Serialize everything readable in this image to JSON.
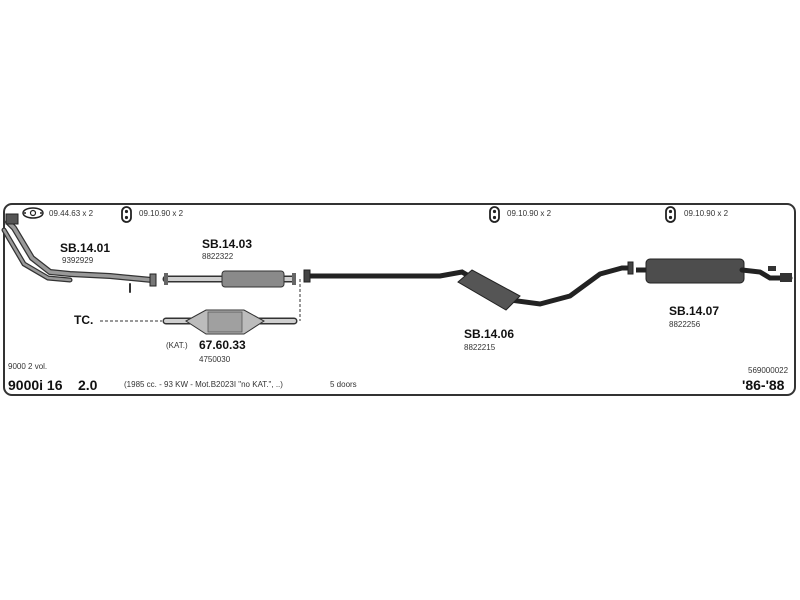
{
  "hardware": [
    {
      "icon": "exhaust-gasket-icon",
      "label": "09.44.63 x 2"
    },
    {
      "icon": "rubber-hanger-icon",
      "label": "09.10.90 x 2"
    },
    {
      "icon": "rubber-hanger-icon",
      "label": "09.10.90 x 2"
    },
    {
      "icon": "rubber-hanger-icon",
      "label": "09.10.90 x 2"
    }
  ],
  "parts": {
    "front_pipe": {
      "code": "SB.14.01",
      "number": "9392929"
    },
    "center_pipe": {
      "code": "SB.14.03",
      "number": "8822322"
    },
    "catalytic_converter": {
      "prefix": "(KAT.)",
      "code": "67.60.33",
      "number": "4750030"
    },
    "middle_silencer": {
      "code": "SB.14.06",
      "number": "8822215"
    },
    "rear_silencer": {
      "code": "SB.14.07",
      "number": "8822256"
    }
  },
  "tc_label": "TC.",
  "vehicle": {
    "volume_note": "9000 2 vol.",
    "model": "9000i 16",
    "engine": "2.0",
    "details": "(1985 cc. - 93 KW - Mot.B2023I \"no KAT.\", ..)",
    "doors": "5 doors",
    "catalog_number": "569000022",
    "years": "'86-'88"
  }
}
